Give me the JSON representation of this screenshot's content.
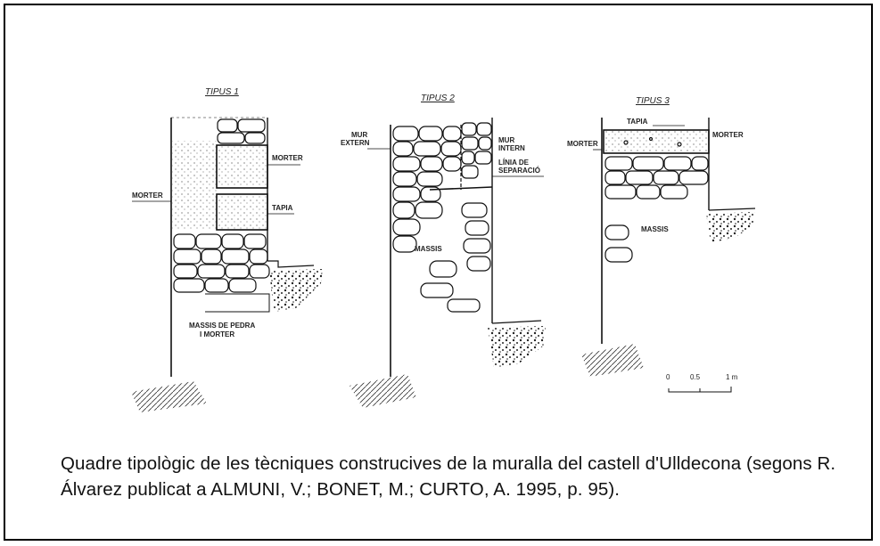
{
  "figure": {
    "panels": [
      {
        "title": "TIPUS 1",
        "labels": [
          "MORTER",
          "MORTER",
          "TAPIA",
          "MASSIS DE PEDRA",
          "I MORTER"
        ]
      },
      {
        "title": "TIPUS 2",
        "labels": [
          "MUR",
          "EXTERN",
          "MUR",
          "INTERN",
          "LÍNIA DE",
          "SEPARACIÓ",
          "MASSIS"
        ]
      },
      {
        "title": "TIPUS 3",
        "labels": [
          "TAPIA",
          "MORTER",
          "MORTER",
          "MASSIS"
        ]
      }
    ],
    "scale": {
      "ticks": [
        "0",
        "0.5",
        "1 m"
      ]
    }
  },
  "caption": "Quadre tipològic de les tècniques construcives de la muralla del castell d'Ulldecona (segons R. Álvarez publicat a ALMUNI, V.; BONET, M.; CURTO, A. 1995, p. 95)."
}
